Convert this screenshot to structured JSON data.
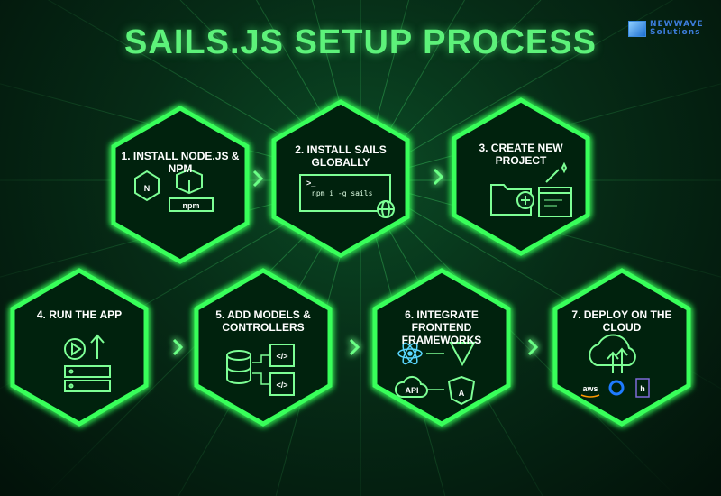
{
  "title": "SAILS.JS SETUP PROCESS",
  "logo": {
    "line1": "NEWWAVE",
    "line2": "Solutions"
  },
  "accent_color": "#39ff5a",
  "steps": [
    {
      "label": "1. Install Node.js & NPM",
      "icons": [
        "nodejs-icon",
        "package-box-icon",
        "npm-logo"
      ],
      "npm_text": "npm"
    },
    {
      "label": "2. Install Sails Globally",
      "icons": [
        "terminal-icon",
        "globe-icon"
      ],
      "command": "npm i -g sails",
      "prompt": ">_"
    },
    {
      "label": "3. Create New Project",
      "icons": [
        "folder-plus-icon",
        "code-editor-icon",
        "magic-wand-icon"
      ]
    },
    {
      "label": "4. Run the App",
      "icons": [
        "play-icon",
        "up-arrow-icon",
        "server-icon"
      ]
    },
    {
      "label": "5. Add Models & Controllers",
      "icons": [
        "database-icon",
        "code-file-icon",
        "code-file-icon"
      ]
    },
    {
      "label": "6. Integrate Frontend Frameworks",
      "icons": [
        "react-icon",
        "vue-icon",
        "api-cloud-icon",
        "angular-icon"
      ],
      "api_text": "API"
    },
    {
      "label": "7. Deploy on the Cloud",
      "icons": [
        "cloud-upload-icon",
        "aws-logo",
        "digitalocean-logo",
        "heroku-logo"
      ],
      "aws_text": "aws"
    }
  ]
}
